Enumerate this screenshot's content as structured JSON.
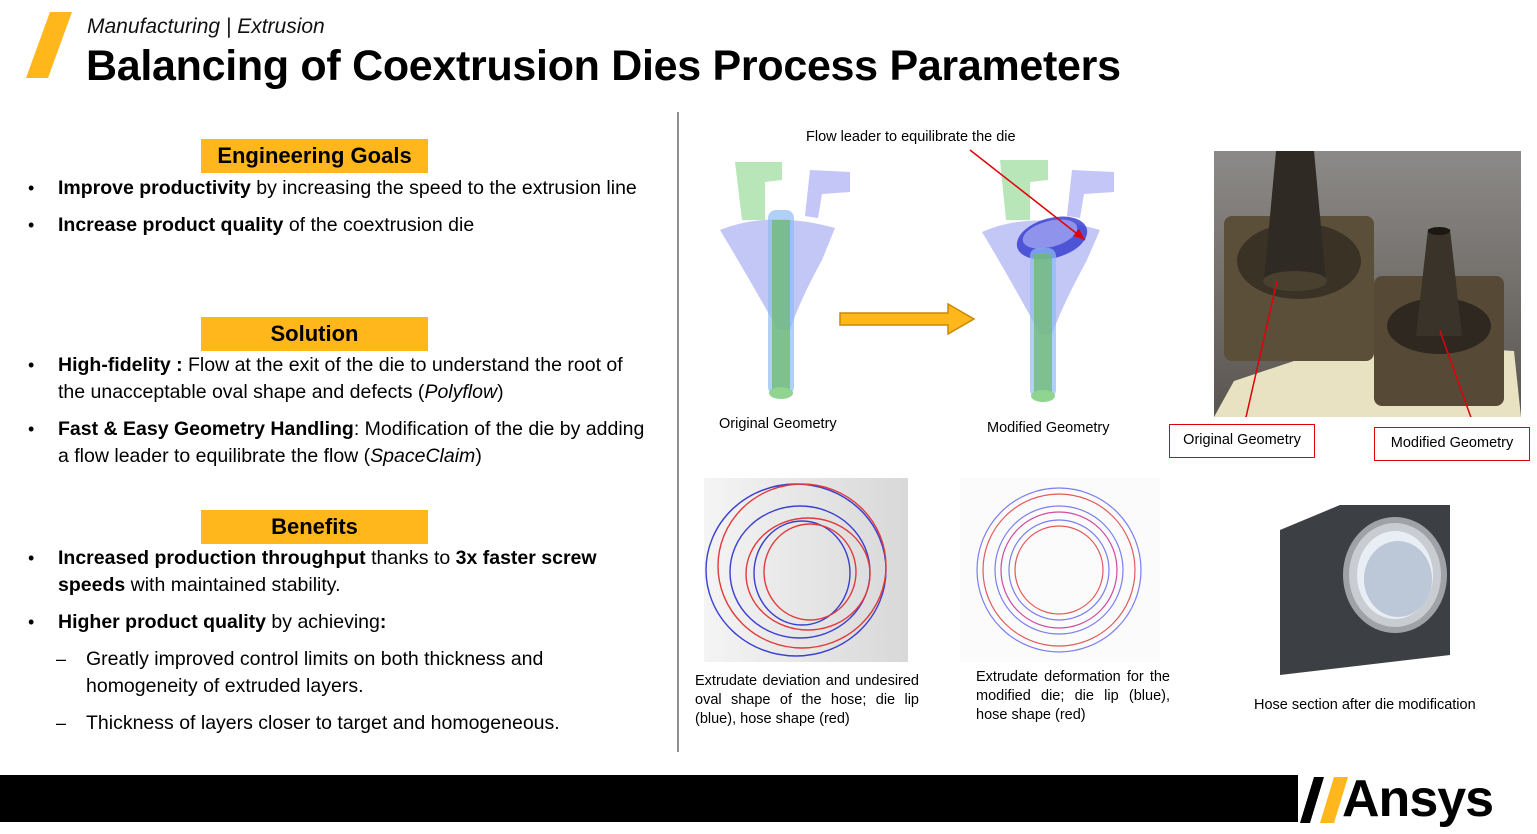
{
  "header": {
    "subtitle": "Manufacturing | Extrusion",
    "title": "Balancing of Coextrusion Dies Process Parameters"
  },
  "engineering_goals": {
    "heading": "Engineering Goals",
    "items": [
      {
        "bold": "Improve productivity",
        "text": " by increasing the speed to the extrusion line"
      },
      {
        "bold": "Increase product quality",
        "text": " of the coextrusion die"
      }
    ]
  },
  "solution": {
    "heading": "Solution",
    "items": [
      {
        "bold": "High-fidelity :",
        "text": " Flow at the exit of the die to understand the root of the unacceptable oval shape and defects (",
        "italic": "Polyflow",
        "tail": ")"
      },
      {
        "bold": "Fast & Easy Geometry Handling",
        "text": ": Modification of the die by adding a flow leader to equilibrate the flow (",
        "italic": "SpaceClaim",
        "tail": ")"
      }
    ]
  },
  "benefits": {
    "heading": "Benefits",
    "item1": {
      "bold1": "Increased production throughput",
      "text1": " thanks to ",
      "bold2": "3x faster screw speeds",
      "text2": " with maintained stability."
    },
    "item2": {
      "bold": "Higher product quality",
      "text": " by achieving",
      "bold_tail": ":"
    },
    "sub_items": [
      "Greatly improved control limits on both thickness and homogeneity of extruded layers.",
      "Thickness of layers closer to target and homogeneous."
    ]
  },
  "figures": {
    "flow_leader_label": "Flow leader to equilibrate the die",
    "original_geometry": "Original Geometry",
    "modified_geometry": "Modified Geometry",
    "photo_original_label": "Original Geometry",
    "photo_modified_label": "Modified Geometry",
    "caption_deviation": "Extrudate deviation and undesired oval shape of the hose; die lip (blue), hose shape (red)",
    "caption_deformation": "Extrudate deformation for the modified die; die lip (blue), hose shape (red)",
    "caption_hose": "Hose section after die modification"
  },
  "footer": {
    "brand": "Ansys"
  },
  "colors": {
    "accent": "#ffb71b",
    "highlight_red": "#e0000a",
    "footer": "#000000"
  }
}
